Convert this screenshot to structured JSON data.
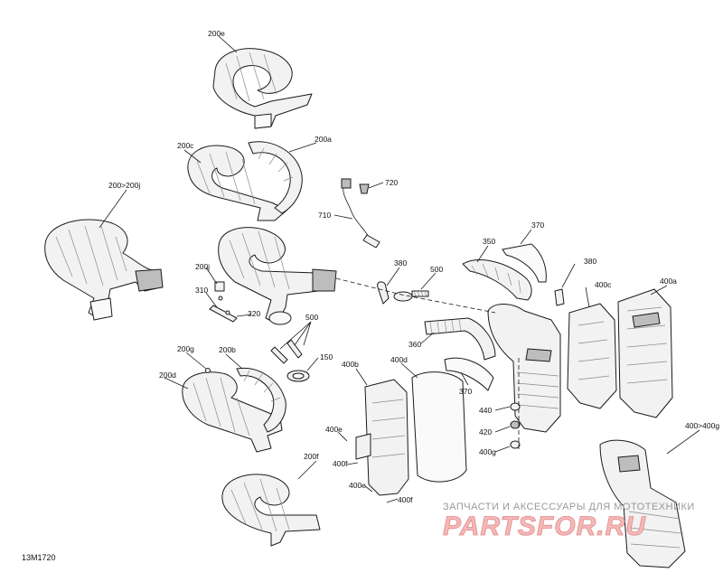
{
  "drawing_code": "13M1720",
  "watermark": {
    "line1": "ЗАПЧАСТИ И АКСЕССУАРЫ ДЛЯ МОТОТЕХНИКИ",
    "line2": "PARTSFOR.RU"
  },
  "callouts": {
    "c200e": "200e",
    "c200c": "200c",
    "c200a": "200a",
    "c720": "720",
    "c710": "710",
    "c200_200j": "200>200j",
    "c350": "350",
    "c370a": "370",
    "c380a": "380",
    "c500a": "500",
    "c200j": "200j",
    "c310": "310",
    "c320": "320",
    "c380b": "380",
    "c400c": "400c",
    "c400a": "400a",
    "c500b": "500",
    "c360": "360",
    "c200g": "200g",
    "c200b": "200b",
    "c150": "150",
    "c200d": "200d",
    "c400b": "400b",
    "c400d": "400d",
    "c370b": "370",
    "c440": "440",
    "c420": "420",
    "c400g": "400g",
    "c400e1": "400e",
    "c400f1": "400f",
    "c200f": "200f",
    "c400e2": "400e",
    "c400f2": "400f",
    "c400_400g": "400>400g"
  }
}
